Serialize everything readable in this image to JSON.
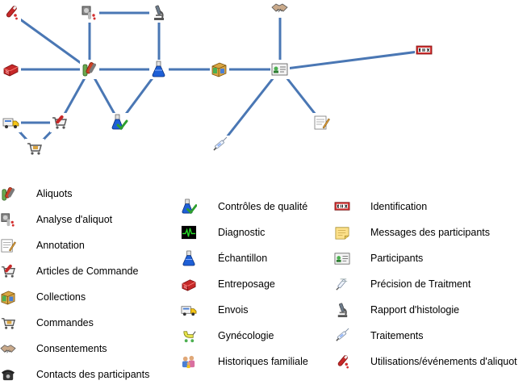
{
  "diagram": {
    "nodes": [
      {
        "id": "utilisations",
        "icon": "tube-red-icon"
      },
      {
        "id": "analyse",
        "icon": "analysis-icon"
      },
      {
        "id": "histologie",
        "icon": "microscope-icon"
      },
      {
        "id": "entreposage",
        "icon": "storage-icon"
      },
      {
        "id": "aliquots",
        "icon": "aliquot-icon"
      },
      {
        "id": "echantillon",
        "icon": "flask-icon"
      },
      {
        "id": "collections",
        "icon": "box-icon"
      },
      {
        "id": "participants",
        "icon": "id-card-icon"
      },
      {
        "id": "consentements",
        "icon": "handshake-icon"
      },
      {
        "id": "identification",
        "icon": "id-badge-icon"
      },
      {
        "id": "envois",
        "icon": "truck-icon"
      },
      {
        "id": "articles",
        "icon": "cart-item-icon"
      },
      {
        "id": "commandes",
        "icon": "cart-icon"
      },
      {
        "id": "controles",
        "icon": "flask-check-icon"
      },
      {
        "id": "traitements",
        "icon": "syringe-icon"
      },
      {
        "id": "annotation",
        "icon": "annotation-icon"
      }
    ],
    "edges": [
      [
        "utilisations",
        "aliquots"
      ],
      [
        "entreposage",
        "aliquots"
      ],
      [
        "analyse",
        "aliquots"
      ],
      [
        "analyse",
        "histologie"
      ],
      [
        "histologie",
        "echantillon"
      ],
      [
        "aliquots",
        "echantillon"
      ],
      [
        "aliquots",
        "articles"
      ],
      [
        "aliquots",
        "controles"
      ],
      [
        "echantillon",
        "controles"
      ],
      [
        "echantillon",
        "collections"
      ],
      [
        "collections",
        "participants"
      ],
      [
        "participants",
        "consentements"
      ],
      [
        "participants",
        "identification"
      ],
      [
        "participants",
        "traitements"
      ],
      [
        "participants",
        "annotation"
      ],
      [
        "envois",
        "articles"
      ],
      [
        "envois",
        "commandes"
      ],
      [
        "articles",
        "commandes"
      ]
    ]
  },
  "legend": {
    "col1": [
      {
        "label": "Aliquots",
        "icon": "aliquot-icon"
      },
      {
        "label": "Analyse d'aliquot",
        "icon": "analysis-icon"
      },
      {
        "label": "Annotation",
        "icon": "annotation-icon"
      },
      {
        "label": "Articles de Commande",
        "icon": "cart-item-icon"
      },
      {
        "label": "Collections",
        "icon": "box-icon"
      },
      {
        "label": "Commandes",
        "icon": "cart-icon"
      },
      {
        "label": "Consentements",
        "icon": "handshake-icon"
      },
      {
        "label": "Contacts des participants",
        "icon": "phone-icon"
      }
    ],
    "col2": [
      {
        "label": "Contrôles de qualité",
        "icon": "flask-check-icon"
      },
      {
        "label": "Diagnostic",
        "icon": "ecg-icon"
      },
      {
        "label": "Échantillon",
        "icon": "flask-icon"
      },
      {
        "label": "Entreposage",
        "icon": "storage-icon"
      },
      {
        "label": "Envois",
        "icon": "truck-icon"
      },
      {
        "label": "Gynécologie",
        "icon": "stroller-icon"
      },
      {
        "label": "Historiques familiale",
        "icon": "family-icon"
      }
    ],
    "col3": [
      {
        "label": "Identification",
        "icon": "id-badge-icon"
      },
      {
        "label": "Messages des participants",
        "icon": "note-icon"
      },
      {
        "label": "Participants",
        "icon": "id-card-icon"
      },
      {
        "label": "Précision de Traitment",
        "icon": "syringe-pen-icon"
      },
      {
        "label": "Rapport d'histologie",
        "icon": "microscope-icon"
      },
      {
        "label": "Traitements",
        "icon": "syringe-icon"
      },
      {
        "label": "Utilisations/événements d'aliquot",
        "icon": "tube-red-icon"
      }
    ]
  },
  "colors": {
    "edge": "#4a77b4"
  }
}
